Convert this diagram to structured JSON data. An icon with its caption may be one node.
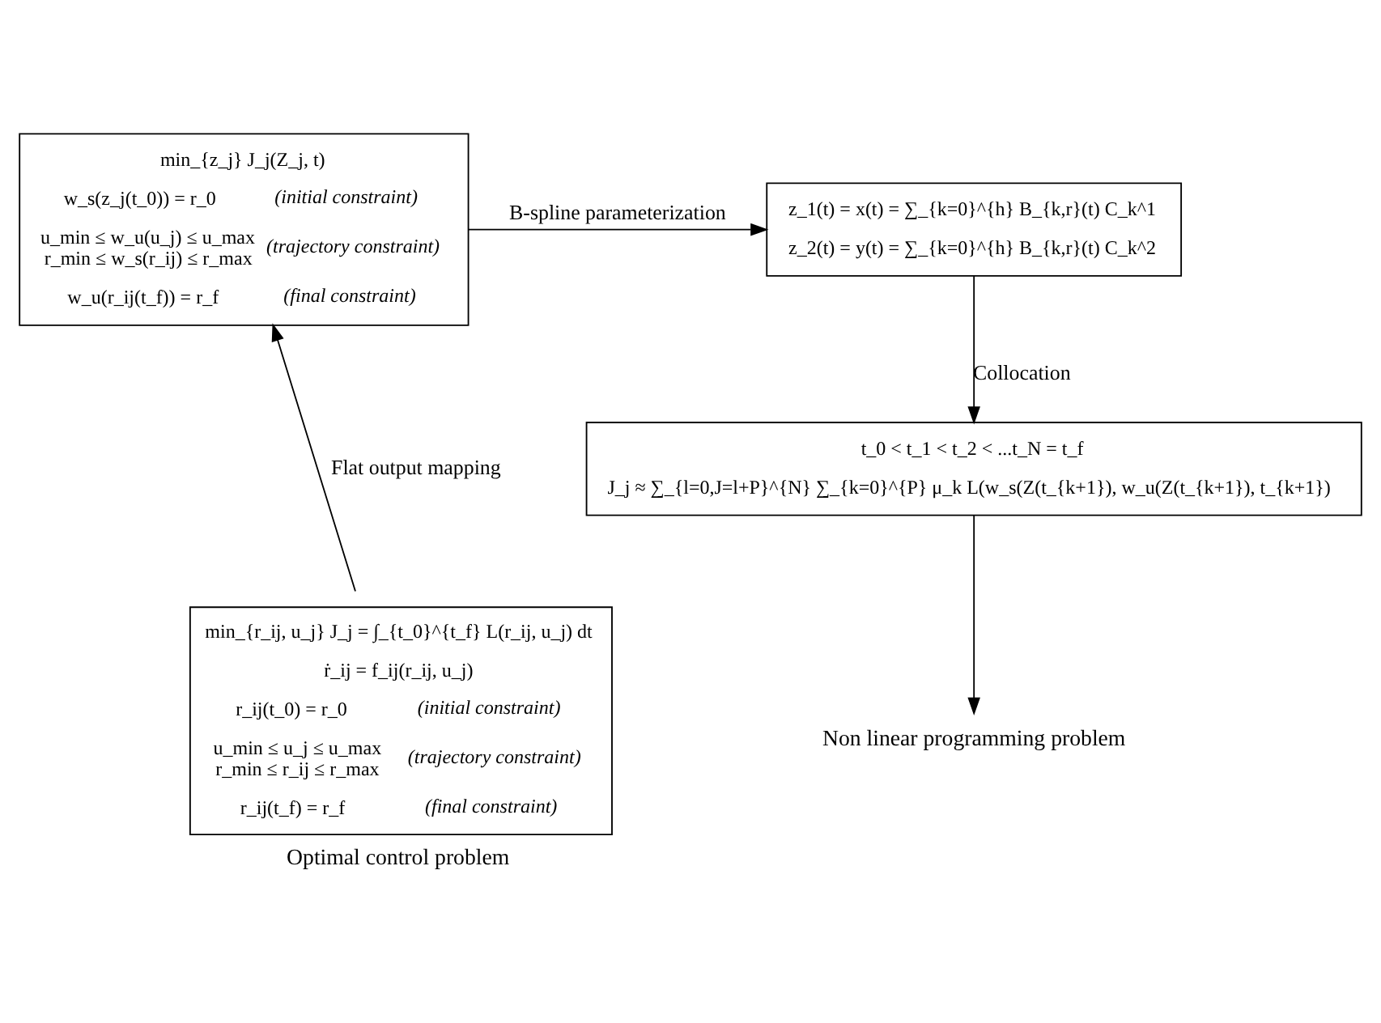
{
  "diagram": {
    "nodes": [
      {
        "text": [
          "min_{r_ij, u_j} J_j = ∫_{t_0}^{t_f} L(r_ij, u_j) dt",
          "ṙ_ij = f_ij(r_ij, u_j)",
          "r_ij(t_0) = r_0",
          "(initial constraint)",
          "u_min ≤ u_j ≤ u_max",
          "r_min ≤ r_ij ≤ r_max",
          "(trajectory constraint)",
          "r_ij(t_f) = r_f",
          "(final constraint)"
        ],
        "beside": [
          "Optimal control problem"
        ]
      },
      {
        "text": [
          "min_{z_j} J_j(Z_j, t)",
          "w_s(z_j(t_0)) = r_0",
          "(initial constraint)",
          "u_min ≤ w_u(u_j) ≤ u_max",
          "r_min ≤ w_s(r_ij) ≤ r_max",
          "(trajectory constraint)",
          "w_u(r_ij(t_f)) = r_f",
          "(final constraint)"
        ]
      },
      {
        "text": [
          "z_1(t) = x(t) = ∑_{k=0}^{h} B_{k,r}(t) C_k^1",
          "z_2(t) = y(t) = ∑_{k=0}^{h} B_{k,r}(t) C_k^2"
        ]
      },
      {
        "text": [
          "t_0 < t_1 < t_2 < ...t_N = t_f",
          "J_j ≈ ∑_{l=0,J=l+P}^{N} ∑_{k=0}^{P} μ_k L(w_s(Z(t_{k+1}), w_u(Z(t_{k+1}), t_{k+1})"
        ]
      },
      {
        "text": [
          "Non linear programming problem"
        ]
      }
    ],
    "edges": [
      {
        "from": 0,
        "to": 1,
        "arrow": "to",
        "label": "Flat output mapping"
      },
      {
        "from": 1,
        "to": 2,
        "arrow": "to",
        "label": "B-spline parameterization"
      },
      {
        "from": 2,
        "to": 3,
        "arrow": "to",
        "label": "Collocation"
      },
      {
        "from": 3,
        "to": 4,
        "arrow": "to"
      }
    ]
  }
}
